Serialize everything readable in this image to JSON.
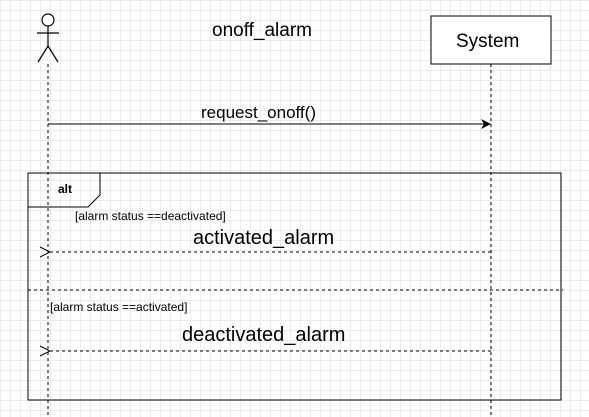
{
  "diagram": {
    "title": "onoff_alarm",
    "participants": {
      "actor": {
        "icon": "stick-figure-actor-icon"
      },
      "system": {
        "label": "System"
      }
    },
    "messages": {
      "request": {
        "label": "request_onoff()",
        "kind": "synchronous",
        "from": "actor",
        "to": "system"
      },
      "activated": {
        "label": "activated_alarm",
        "kind": "reply",
        "from": "system",
        "to": "actor"
      },
      "deactivated": {
        "label": "deactivated_alarm",
        "kind": "reply",
        "from": "system",
        "to": "actor"
      }
    },
    "fragment": {
      "operator": "alt",
      "guard_1": "[alarm status ==deactivated]",
      "guard_2": "[alarm status ==activated]"
    },
    "colors": {
      "stroke": "#000000",
      "grid": "#ebebeb",
      "background": "#ffffff"
    }
  }
}
